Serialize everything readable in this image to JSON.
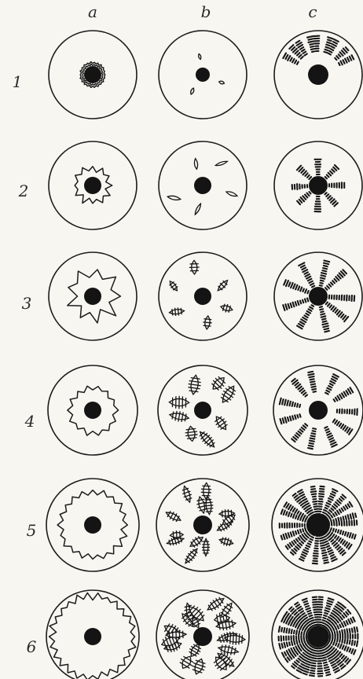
{
  "column_labels": [
    "a",
    "b",
    "c"
  ],
  "row_labels": [
    "1",
    "2",
    "3",
    "4",
    "5",
    "6"
  ],
  "stage_levels": [
    1,
    2,
    3,
    4,
    5,
    6
  ],
  "colors": {
    "ink": "#151515",
    "paper": "#f7f6f1"
  }
}
